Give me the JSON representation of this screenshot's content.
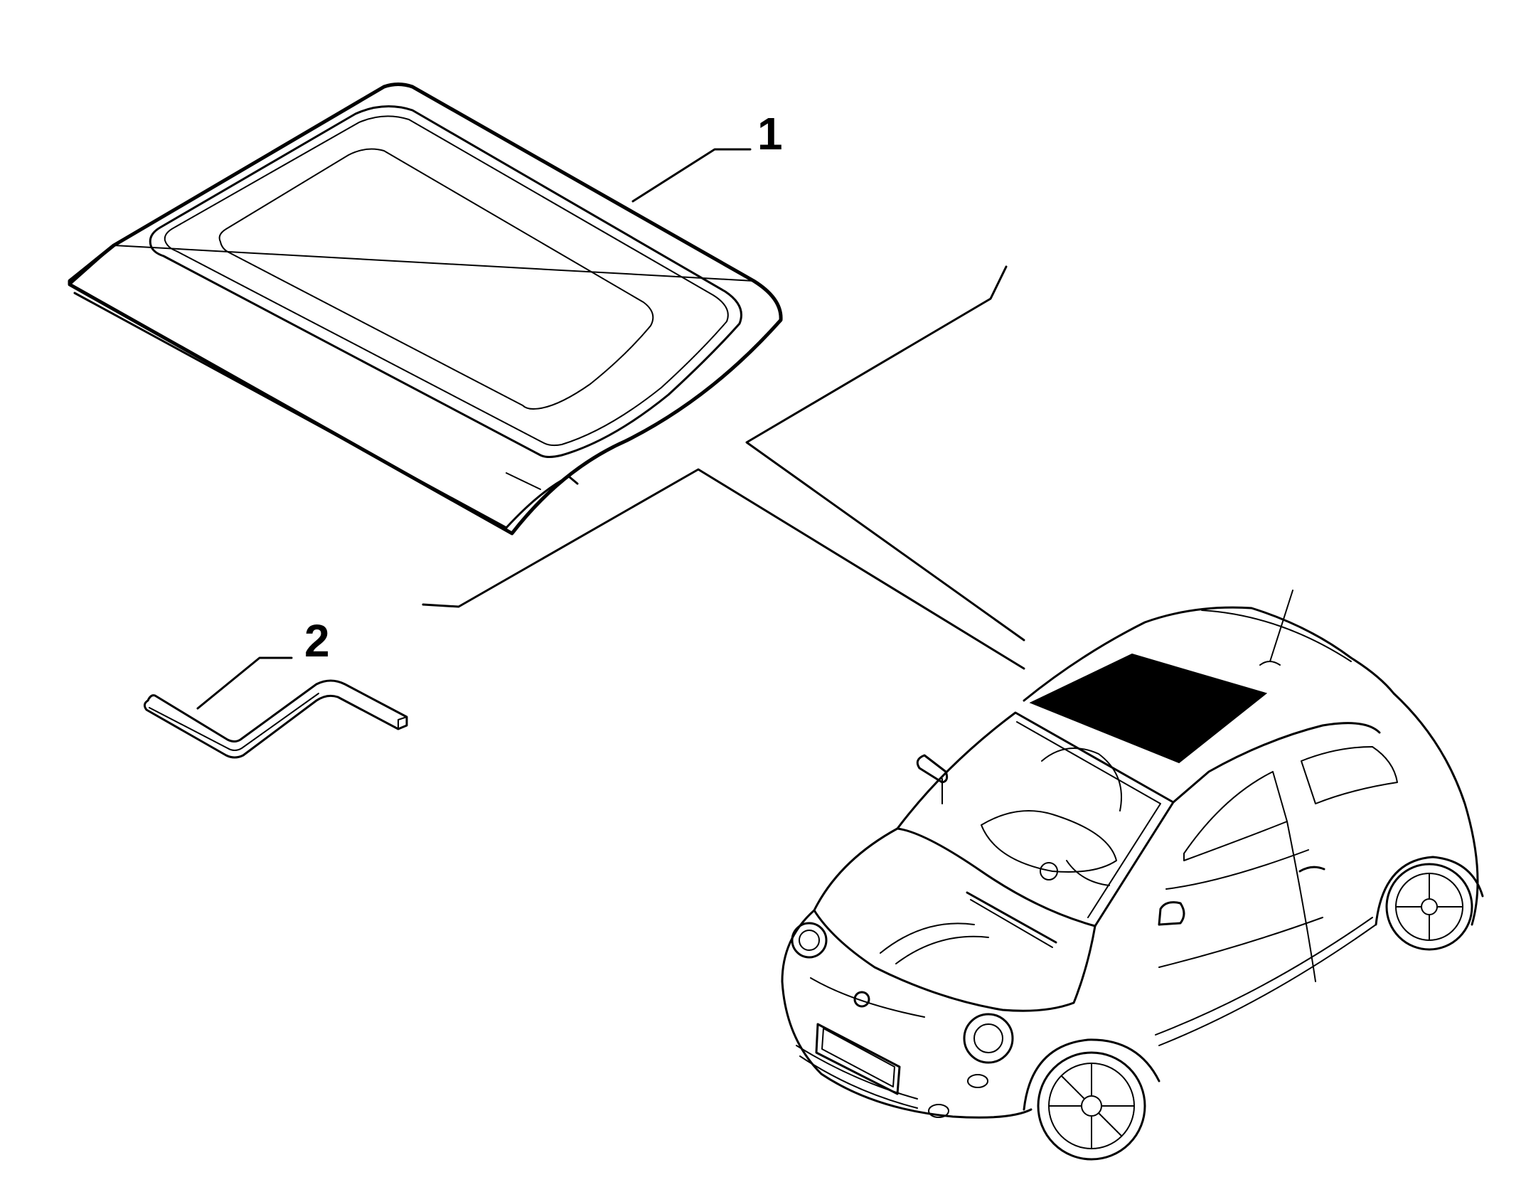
{
  "diagram": {
    "callouts": [
      {
        "id": "1",
        "label": "1",
        "part": "glass-roof-panel"
      },
      {
        "id": "2",
        "label": "2",
        "part": "hex-key-wrench"
      }
    ],
    "car": {
      "highlight_color": "#000000"
    },
    "line_color": "#000000",
    "background": "#ffffff"
  }
}
